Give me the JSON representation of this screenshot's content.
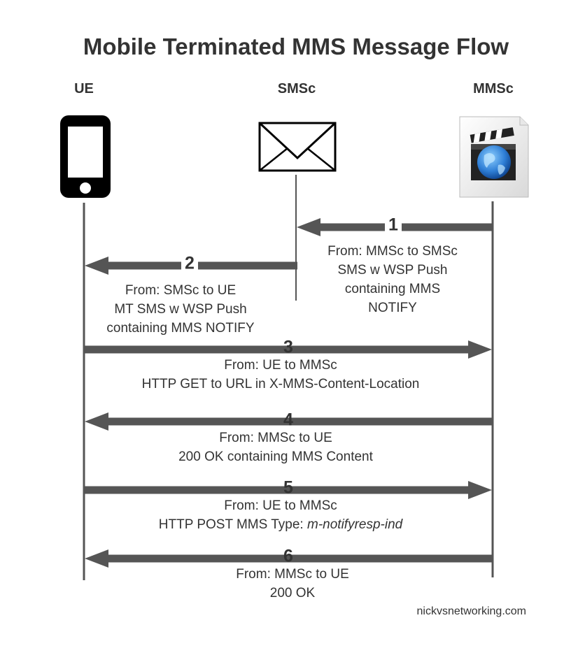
{
  "title": "Mobile Terminated MMS Message Flow",
  "actors": {
    "ue": "UE",
    "smsc": "SMSc",
    "mmsc": "MMSc"
  },
  "icons": {
    "ue": "smartphone-icon",
    "smsc": "envelope-icon",
    "mmsc": "media-document-icon"
  },
  "messages": [
    {
      "number": "1",
      "direction": "left",
      "lines": [
        "From: MMSc to SMSc",
        "SMS w WSP Push",
        "containing MMS",
        "NOTIFY"
      ]
    },
    {
      "number": "2",
      "direction": "left",
      "lines": [
        "From: SMSc to UE",
        "MT SMS w WSP Push",
        "containing MMS NOTIFY"
      ]
    },
    {
      "number": "3",
      "direction": "right",
      "lines": [
        "From: UE to MMSc",
        "HTTP GET to URL in X-MMS-Content-Location"
      ]
    },
    {
      "number": "4",
      "direction": "left",
      "lines": [
        "From: MMSc to UE",
        "200 OK containing MMS Content"
      ]
    },
    {
      "number": "5",
      "direction": "right",
      "lines": [
        "From: UE to MMSc",
        "HTTP POST MMS Type: "
      ],
      "italic_suffix": "m-notifyresp-ind"
    },
    {
      "number": "6",
      "direction": "left",
      "lines": [
        "From: MMSc to UE",
        "200 OK"
      ]
    }
  ],
  "credit": "nickvsnetworking.com",
  "colors": {
    "arrow": "#555555",
    "lifeline": "#555555",
    "text": "#333333",
    "globe": "#2f7fd6"
  }
}
